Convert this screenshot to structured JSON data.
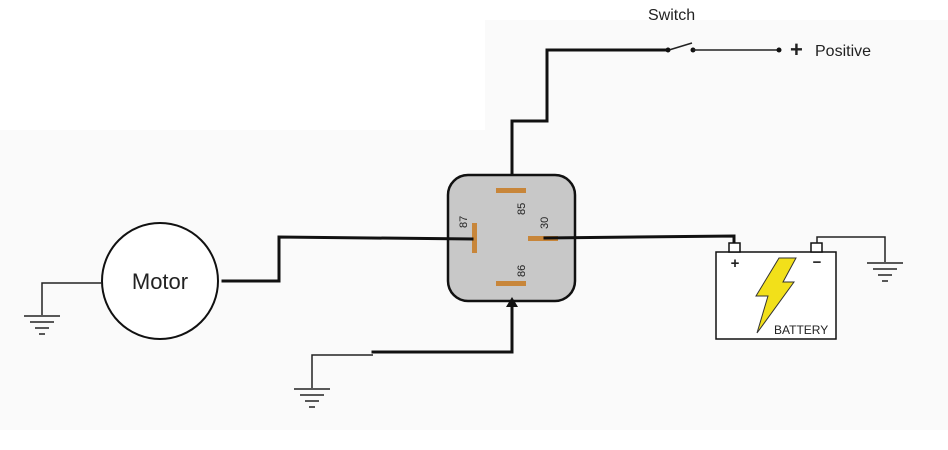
{
  "switch": {
    "label": "Switch"
  },
  "positive": {
    "symbol": "+",
    "label": "Positive"
  },
  "motor": {
    "label": "Motor"
  },
  "relay": {
    "body_color": "#c8c8c8",
    "pin_color": "#c8863a",
    "pins": [
      {
        "id": "85",
        "label": "85"
      },
      {
        "id": "86",
        "label": "86"
      },
      {
        "id": "87",
        "label": "87"
      },
      {
        "id": "30",
        "label": "30"
      }
    ]
  },
  "battery": {
    "label": "BATTERY",
    "plus": "+",
    "minus": "−",
    "bolt_color": "#f2e01a"
  },
  "grounds": [
    {
      "id": "motor-ground"
    },
    {
      "id": "relay-ground"
    },
    {
      "id": "battery-ground"
    }
  ]
}
